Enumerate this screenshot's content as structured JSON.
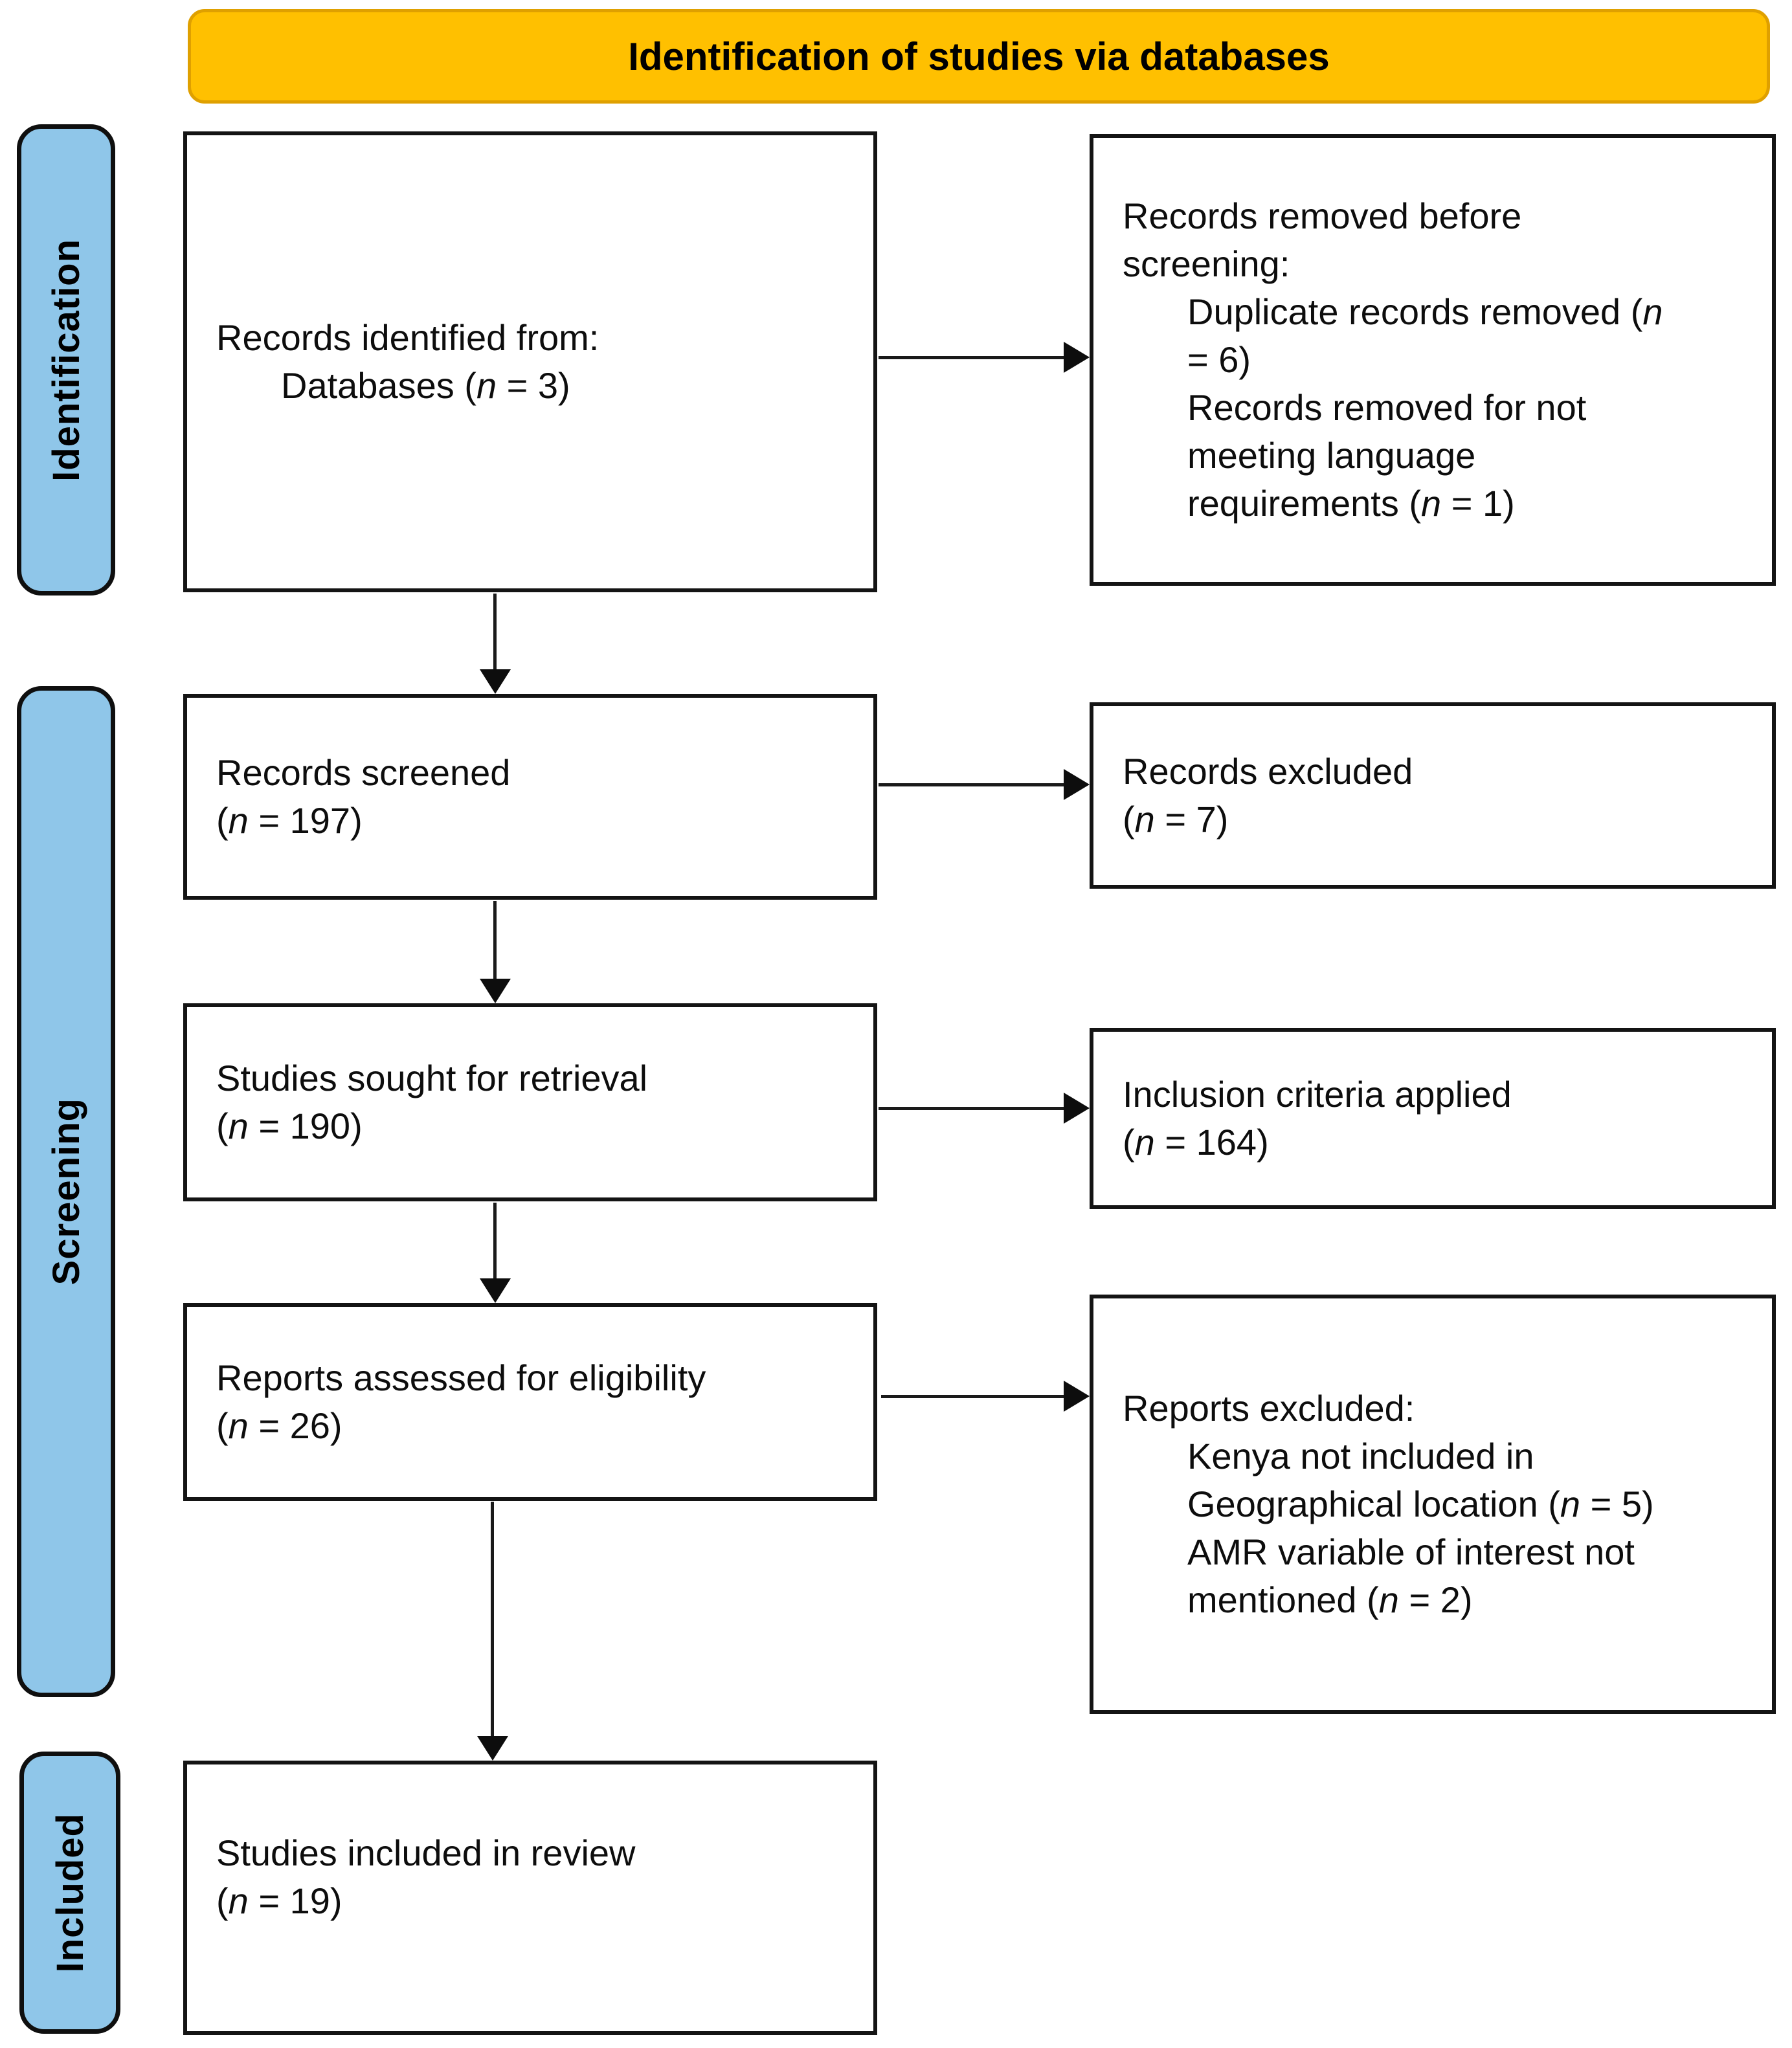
{
  "title_banner": {
    "text": "Identification of studies via databases"
  },
  "colors": {
    "banner_bg": "#FFC000",
    "banner_border": "#DFA000",
    "stage_bg": "#8FC6E9",
    "box_border": "#141414",
    "arrow": "#0d0d0d",
    "text": "#111111"
  },
  "stages": [
    {
      "label": "Identification"
    },
    {
      "label": "Screening"
    },
    {
      "label": "Included"
    }
  ],
  "boxes": [
    {
      "name": "records-identified",
      "lines": [
        {
          "text": "Records identified from:",
          "indent": 0
        },
        {
          "text": "Databases (n = 3)",
          "indent": 1
        }
      ]
    },
    {
      "name": "records-removed-before-screening",
      "lines": [
        {
          "text": "Records removed before screening:",
          "indent": 0
        },
        {
          "text": "Duplicate records removed (n = 6)",
          "indent": 1
        },
        {
          "text": "Records removed for not meeting language requirements (n = 1)",
          "indent": 1
        }
      ]
    },
    {
      "name": "records-screened",
      "lines": [
        {
          "text": "Records screened",
          "indent": 0
        },
        {
          "text": "(n = 197)",
          "indent": 0
        }
      ]
    },
    {
      "name": "records-excluded",
      "lines": [
        {
          "text": "Records excluded",
          "indent": 0
        },
        {
          "text": "(n = 7)",
          "indent": 0
        }
      ]
    },
    {
      "name": "studies-sought-for-retrieval",
      "lines": [
        {
          "text": "Studies sought for retrieval",
          "indent": 0
        },
        {
          "text": "(n = 190)",
          "indent": 0
        }
      ]
    },
    {
      "name": "inclusion-criteria-applied",
      "lines": [
        {
          "text": "Inclusion criteria applied",
          "indent": 0
        },
        {
          "text": "(n = 164)",
          "indent": 0
        }
      ]
    },
    {
      "name": "reports-assessed-for-eligibility",
      "lines": [
        {
          "text": "Reports assessed for eligibility",
          "indent": 0
        },
        {
          "text": "(n = 26)",
          "indent": 0
        }
      ]
    },
    {
      "name": "reports-excluded",
      "lines": [
        {
          "text": "Reports excluded:",
          "indent": 0
        },
        {
          "text": "Kenya not included in Geographical location (n = 5)",
          "indent": 1
        },
        {
          "text": "AMR variable of interest not mentioned (n = 2)",
          "indent": 1
        }
      ]
    },
    {
      "name": "studies-included-in-review",
      "lines": [
        {
          "text": "Studies included in review",
          "indent": 0
        },
        {
          "text": "(n = 19)",
          "indent": 0
        }
      ]
    }
  ]
}
